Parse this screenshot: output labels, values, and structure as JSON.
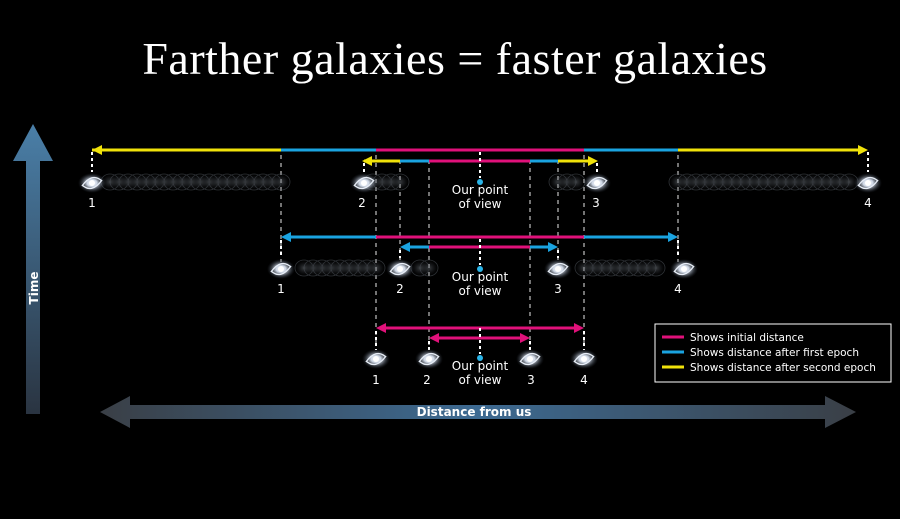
{
  "title": "Farther galaxies = faster galaxies",
  "axes": {
    "time_label": "Time",
    "distance_label": "Distance from us"
  },
  "point_of_view": [
    "Our point",
    "of view"
  ],
  "galaxy_labels": [
    "1",
    "2",
    "3",
    "4"
  ],
  "legend": [
    {
      "text": "Shows initial distance",
      "color": "#e0117a"
    },
    {
      "text": "Shows distance after first epoch",
      "color": "#1aa3e0"
    },
    {
      "text": "Shows distance after second epoch",
      "color": "#f0e20a"
    }
  ],
  "colors": {
    "initial": "#e0117a",
    "first_epoch": "#1aa3e0",
    "second_epoch": "#f0e20a",
    "observer_dot": "#29b4e8",
    "axis": "#4a7fa8"
  }
}
